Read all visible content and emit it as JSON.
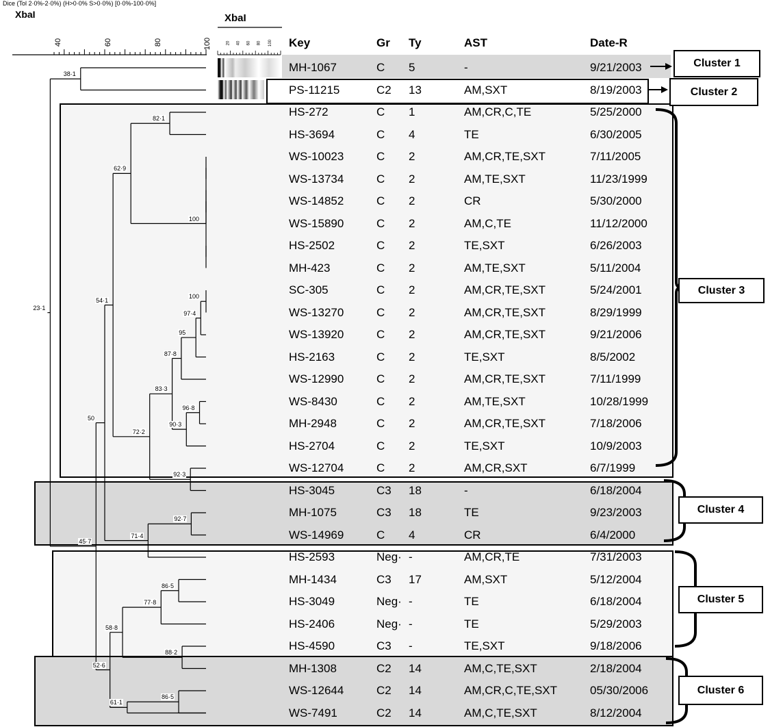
{
  "header": {
    "params": "Dice (Tol 2·0%-2·0%) (H>0·0% S>0·0%) [0·0%-100·0%]",
    "enzyme_left": "XbaI",
    "enzyme_gel": "XbaI"
  },
  "scale": {
    "ticks": [
      "40",
      "60",
      "80",
      "100"
    ],
    "gel_ticks": [
      "20",
      "40",
      "60",
      "80",
      "100"
    ]
  },
  "columns": {
    "key": "Key",
    "group": "Gr",
    "type": "Ty",
    "ast": "AST",
    "date": "Date-R"
  },
  "rows": [
    {
      "key": "MH-1067",
      "gr": "C",
      "ty": "5",
      "ast": "-",
      "date": "9/21/2003"
    },
    {
      "key": "PS-11215",
      "gr": "C2",
      "ty": "13",
      "ast": "AM,SXT",
      "date": "8/19/2003"
    },
    {
      "key": "HS-272",
      "gr": "C",
      "ty": "1",
      "ast": "AM,CR,C,TE",
      "date": "5/25/2000"
    },
    {
      "key": "HS-3694",
      "gr": "C",
      "ty": "4",
      "ast": "TE",
      "date": "6/30/2005"
    },
    {
      "key": "WS-10023",
      "gr": "C",
      "ty": "2",
      "ast": "AM,CR,TE,SXT",
      "date": "7/11/2005"
    },
    {
      "key": "WS-13734",
      "gr": "C",
      "ty": "2",
      "ast": "AM,TE,SXT",
      "date": "11/23/1999"
    },
    {
      "key": "WS-14852",
      "gr": "C",
      "ty": "2",
      "ast": "CR",
      "date": "5/30/2000"
    },
    {
      "key": "WS-15890",
      "gr": "C",
      "ty": "2",
      "ast": "AM,C,TE",
      "date": "11/12/2000"
    },
    {
      "key": "HS-2502",
      "gr": "C",
      "ty": "2",
      "ast": "TE,SXT",
      "date": "6/26/2003"
    },
    {
      "key": "MH-423",
      "gr": "C",
      "ty": "2",
      "ast": "AM,TE,SXT",
      "date": "5/11/2004"
    },
    {
      "key": "SC-305",
      "gr": "C",
      "ty": "2",
      "ast": "AM,CR,TE,SXT",
      "date": "5/24/2001"
    },
    {
      "key": "WS-13270",
      "gr": "C",
      "ty": "2",
      "ast": "AM,CR,TE,SXT",
      "date": "8/29/1999"
    },
    {
      "key": "WS-13920",
      "gr": "C",
      "ty": "2",
      "ast": "AM,CR,TE,SXT",
      "date": "9/21/2006"
    },
    {
      "key": "HS-2163",
      "gr": "C",
      "ty": "2",
      "ast": "TE,SXT",
      "date": "8/5/2002"
    },
    {
      "key": "WS-12990",
      "gr": "C",
      "ty": "2",
      "ast": "AM,CR,TE,SXT",
      "date": "7/11/1999"
    },
    {
      "key": "WS-8430",
      "gr": "C",
      "ty": "2",
      "ast": "AM,TE,SXT",
      "date": "10/28/1999"
    },
    {
      "key": "MH-2948",
      "gr": "C",
      "ty": "2",
      "ast": "AM,CR,TE,SXT",
      "date": "7/18/2006"
    },
    {
      "key": "HS-2704",
      "gr": "C",
      "ty": "2",
      "ast": "TE,SXT",
      "date": "10/9/2003"
    },
    {
      "key": "WS-12704",
      "gr": "C",
      "ty": "2",
      "ast": "AM,CR,SXT",
      "date": "6/7/1999"
    },
    {
      "key": "HS-3045",
      "gr": "C3",
      "ty": "18",
      "ast": "-",
      "date": "6/18/2004"
    },
    {
      "key": "MH-1075",
      "gr": "C3",
      "ty": "18",
      "ast": "TE",
      "date": "9/23/2003"
    },
    {
      "key": "WS-14969",
      "gr": "C",
      "ty": "4",
      "ast": "CR",
      "date": "6/4/2000"
    },
    {
      "key": "HS-2593",
      "gr": "Neg·",
      "ty": "-",
      "ast": "AM,CR,TE",
      "date": "7/31/2003"
    },
    {
      "key": "MH-1434",
      "gr": "C3",
      "ty": "17",
      "ast": "AM,SXT",
      "date": "5/12/2004"
    },
    {
      "key": "HS-3049",
      "gr": "Neg·",
      "ty": "-",
      "ast": "TE",
      "date": "6/18/2004"
    },
    {
      "key": "HS-2406",
      "gr": "Neg·",
      "ty": "-",
      "ast": "TE",
      "date": "5/29/2003"
    },
    {
      "key": "HS-4590",
      "gr": "C3",
      "ty": "-",
      "ast": "TE,SXT",
      "date": "9/18/2006"
    },
    {
      "key": "MH-1308",
      "gr": "C2",
      "ty": "14",
      "ast": "AM,C,TE,SXT",
      "date": "2/18/2004"
    },
    {
      "key": "WS-12644",
      "gr": "C2",
      "ty": "14",
      "ast": "AM,CR,C,TE,SXT",
      "date": "05/30/2006"
    },
    {
      "key": "WS-7491",
      "gr": "C2",
      "ty": "14",
      "ast": "AM,C,TE,SXT",
      "date": "8/12/2004"
    }
  ],
  "clusters": [
    {
      "label": "Cluster 1"
    },
    {
      "label": "Cluster 2"
    },
    {
      "label": "Cluster 3"
    },
    {
      "label": "Cluster 4"
    },
    {
      "label": "Cluster 5"
    },
    {
      "label": "Cluster 6"
    }
  ],
  "similarity_values": [
    "38·1",
    "23·1",
    "82·1",
    "62·9",
    "100",
    "100",
    "97·4",
    "95",
    "87·8",
    "83·3",
    "96·8",
    "90·3",
    "72·2",
    "92·3",
    "54·1",
    "50",
    "92·7",
    "71·4",
    "45·7",
    "86·5",
    "77·8",
    "58·8",
    "88·2",
    "52·6",
    "86·5",
    "61·1"
  ]
}
